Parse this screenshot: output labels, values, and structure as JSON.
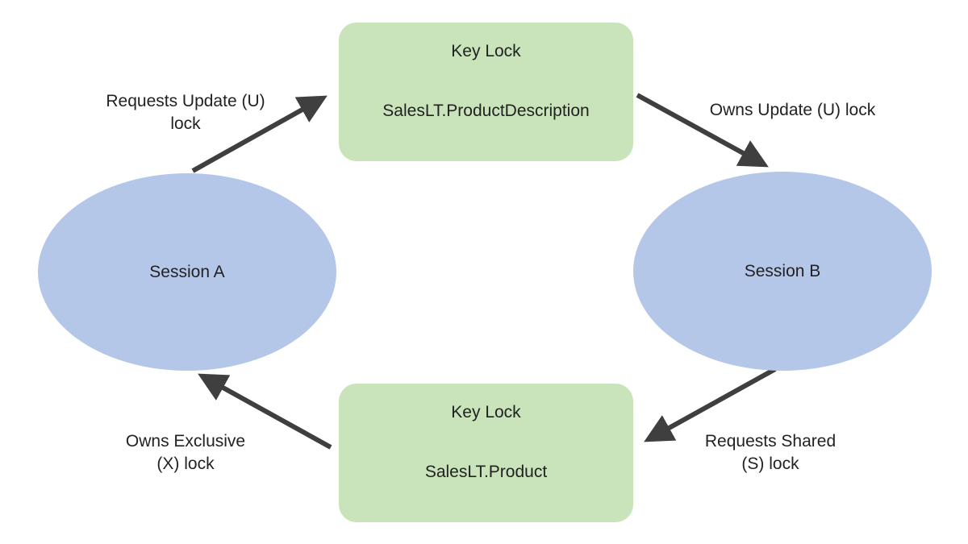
{
  "diagram": {
    "type": "deadlock-cycle",
    "nodes": {
      "session_a": {
        "label": "Session A"
      },
      "session_b": {
        "label": "Session B"
      },
      "lock_top": {
        "title": "Key Lock",
        "subtitle": "SalesLT.ProductDescription"
      },
      "lock_bottom": {
        "title": "Key Lock",
        "subtitle": "SalesLT.Product"
      }
    },
    "edges": {
      "a_to_top": {
        "label": "Requests Update (U)\nlock",
        "from": "Session A",
        "to": "Key Lock SalesLT.ProductDescription"
      },
      "top_to_b": {
        "label": "Owns Update (U) lock",
        "from": "Key Lock SalesLT.ProductDescription",
        "to": "Session B"
      },
      "b_to_bottom": {
        "label": "Requests Shared\n(S) lock",
        "from": "Session B",
        "to": "Key Lock SalesLT.Product"
      },
      "bottom_to_a": {
        "label": "Owns Exclusive\n(X) lock",
        "from": "Key Lock SalesLT.Product",
        "to": "Session A"
      }
    },
    "colors": {
      "background": "#ffffff",
      "node_fill_blue": "#b5c7e8",
      "node_fill_green": "#c9e3bb",
      "arrow": "#3f3f3f",
      "text": "#222222"
    }
  }
}
